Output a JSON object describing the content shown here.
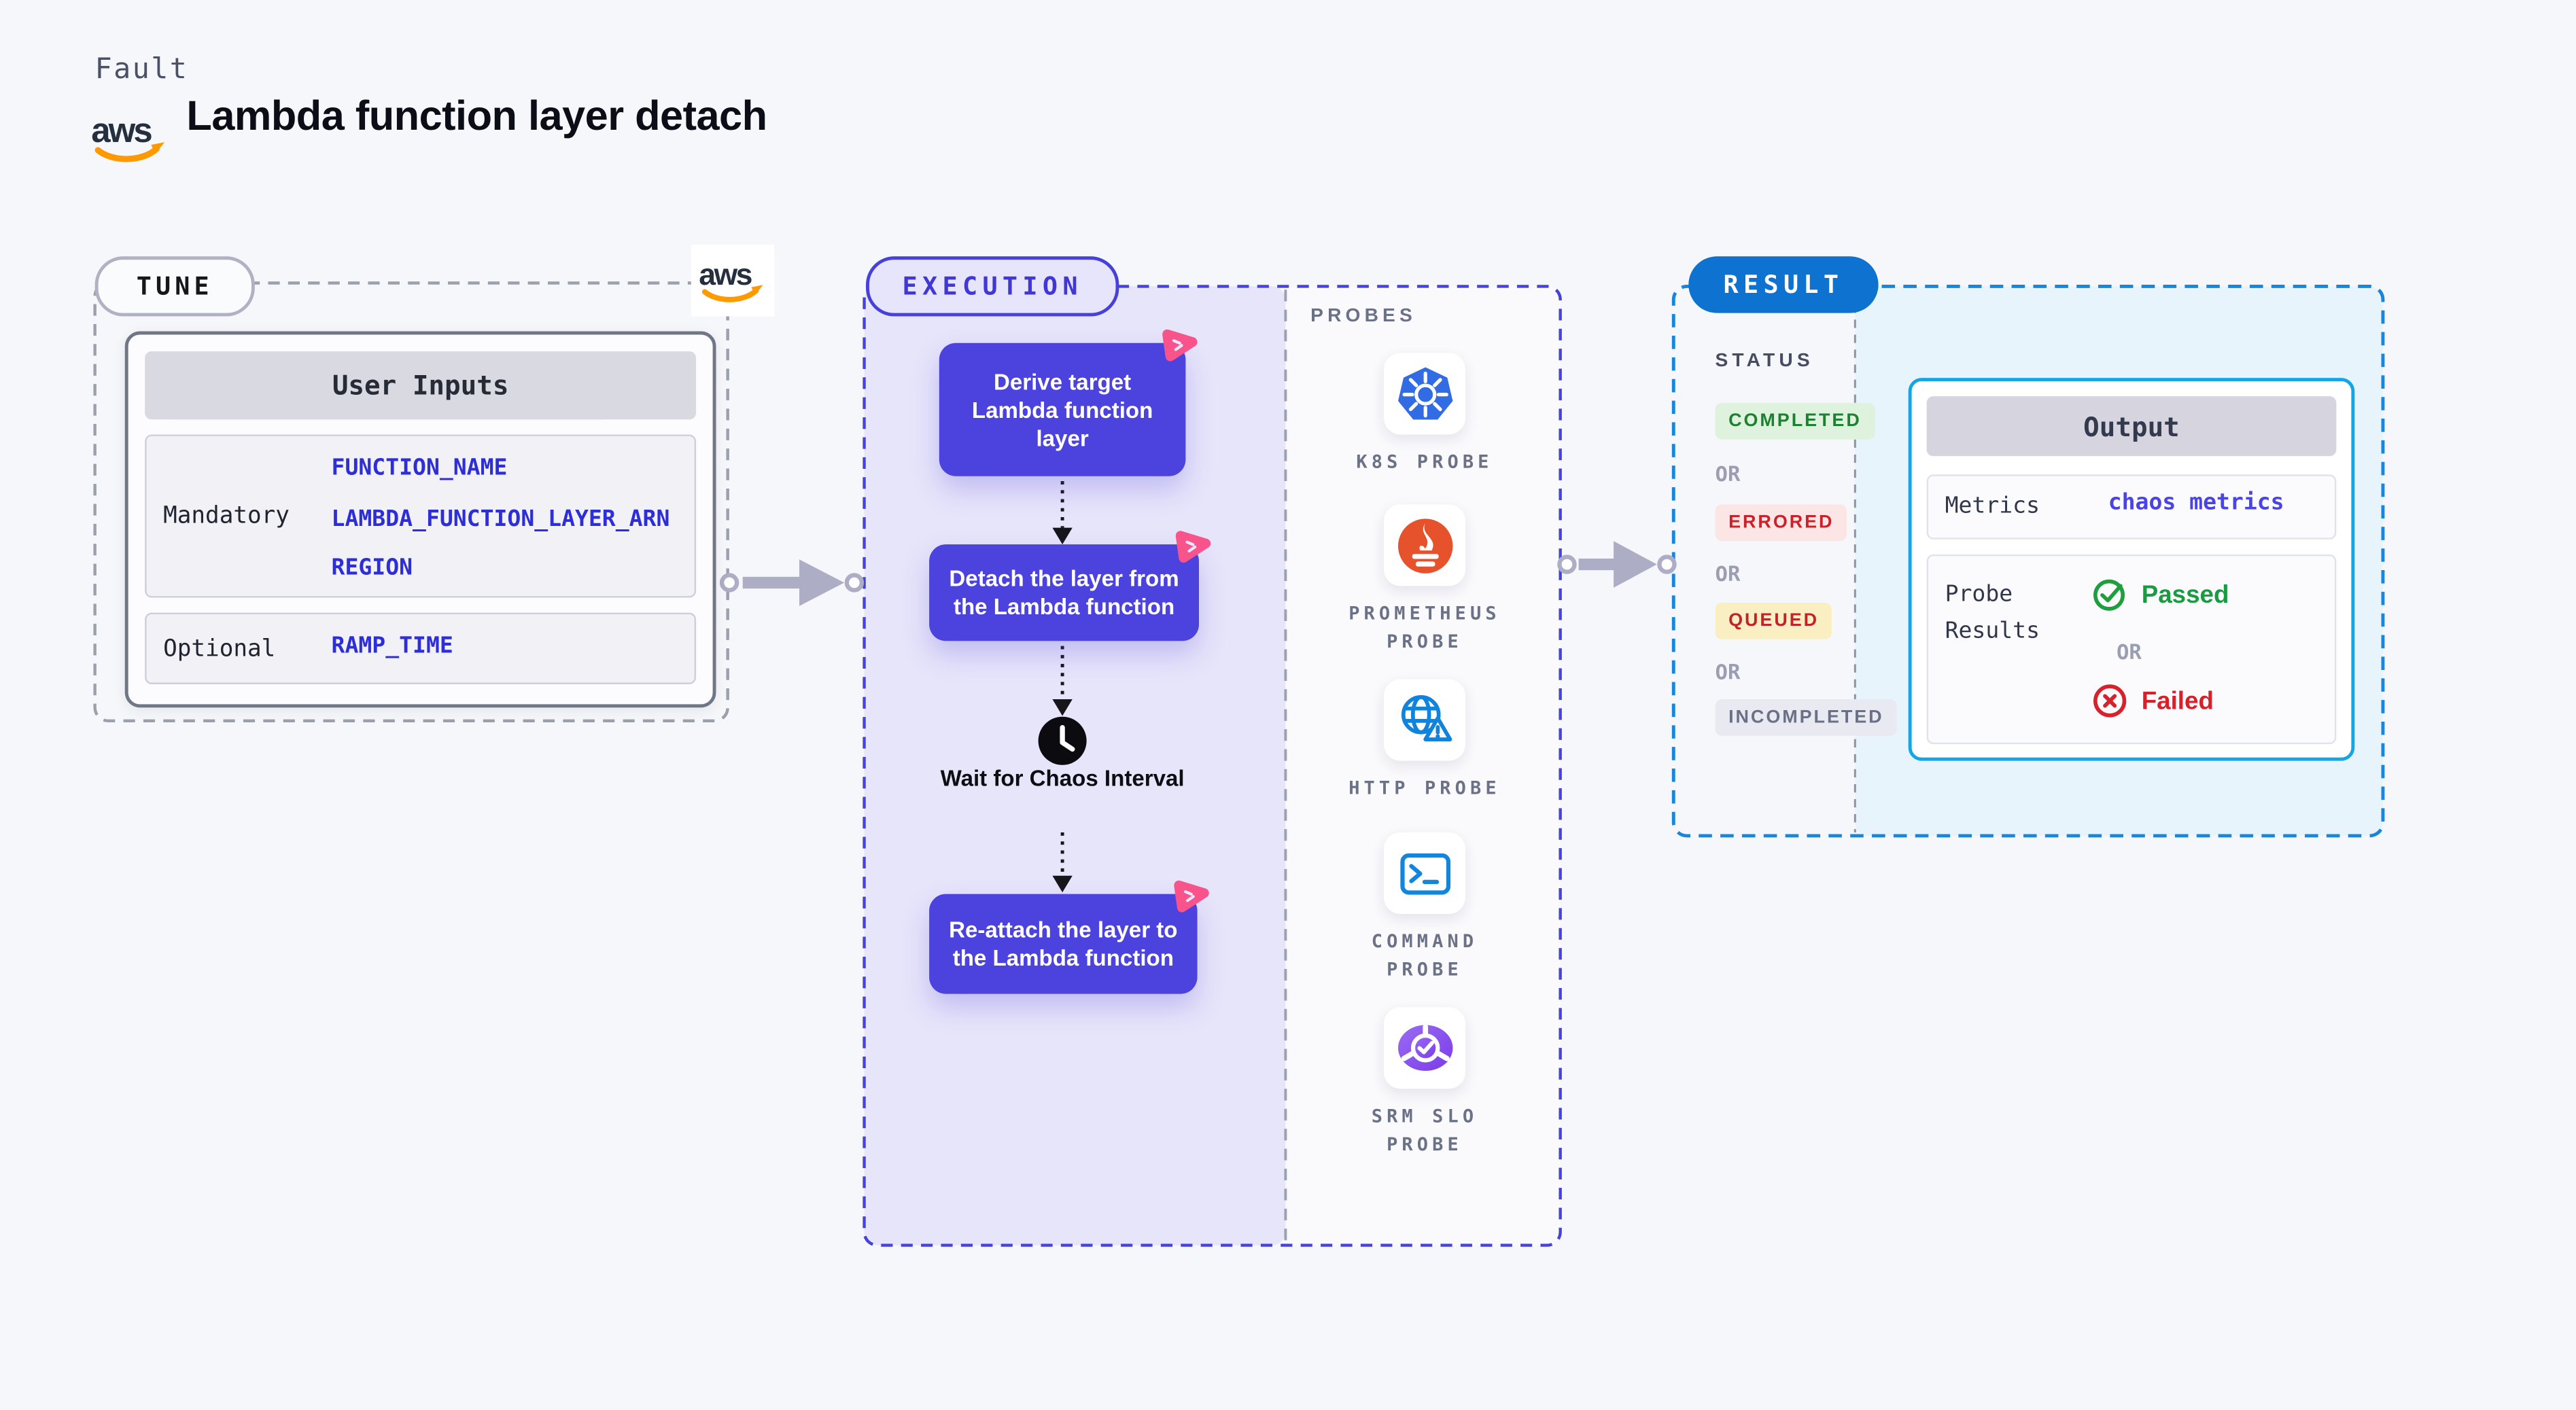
{
  "header": {
    "kicker": "Fault",
    "title": "Lambda function layer detach"
  },
  "aws": {
    "wordmark": "aws"
  },
  "tune": {
    "pill": "TUNE",
    "table": {
      "header": "User Inputs",
      "mandatory_label": "Mandatory",
      "mandatory_values": [
        "FUNCTION_NAME",
        "LAMBDA_FUNCTION_LAYER_ARN",
        "REGION"
      ],
      "optional_label": "Optional",
      "optional_values": [
        "RAMP_TIME"
      ]
    }
  },
  "execution": {
    "pill": "EXECUTION",
    "steps": [
      "Derive target Lambda function layer",
      "Detach the layer from the Lambda function",
      "Re-attach the layer to the Lambda function"
    ],
    "wait_step": "Wait for Chaos Interval"
  },
  "probes": {
    "heading": "PROBES",
    "items": [
      {
        "label": "K8S PROBE",
        "icon": "kubernetes-icon"
      },
      {
        "label": "PROMETHEUS PROBE",
        "icon": "prometheus-icon"
      },
      {
        "label": "HTTP PROBE",
        "icon": "http-globe-warning-icon"
      },
      {
        "label": "COMMAND PROBE",
        "icon": "terminal-icon"
      },
      {
        "label": "SRM SLO PROBE",
        "icon": "srm-slo-icon"
      }
    ]
  },
  "result": {
    "pill": "RESULT",
    "status_heading": "STATUS",
    "or_separator": "OR",
    "statuses": [
      "COMPLETED",
      "ERRORED",
      "QUEUED",
      "INCOMPLETED"
    ],
    "output": {
      "header": "Output",
      "metrics_label": "Metrics",
      "metrics_value": "chaos metrics",
      "probe_results_label": "Probe Results",
      "passed_label": "Passed",
      "failed_label": "Failed"
    }
  },
  "colors": {
    "page_bg": "#F6F7FA",
    "node_purple": "#4C43DF",
    "execution_lavender": "#E7E5FA",
    "execution_dash": "#4742D9",
    "tune_dash": "#9AA0AC",
    "result_pill_blue": "#0D72D0",
    "result_dash_blue": "#1787DC",
    "result_bg_blue": "#E8F4FC",
    "output_border_cyan": "#14A5E7",
    "input_value_blue": "#2E2ED9",
    "completed_green": "#1B8230",
    "errored_red": "#CC2128",
    "queued_red": "#C2232B",
    "incompleted_gray": "#6A7085",
    "passed_green": "#1A9B41",
    "failed_red": "#D7202A",
    "aws_orange": "#FF9900",
    "litmus_pink": "#F9538B"
  }
}
